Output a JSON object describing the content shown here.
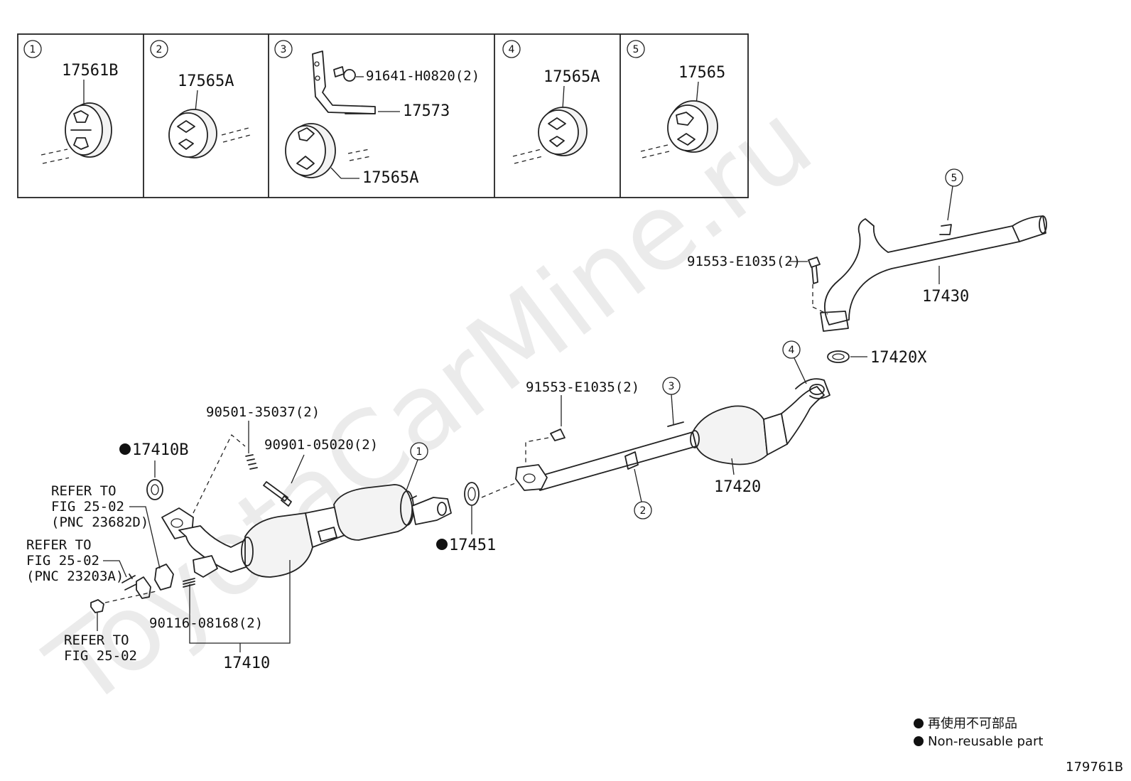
{
  "watermark": "ToyotaCarMine.ru",
  "insets": [
    {
      "num": "1",
      "labels": [
        "17561B"
      ]
    },
    {
      "num": "2",
      "labels": [
        "17565A"
      ]
    },
    {
      "num": "3",
      "labels": [
        "91641-H0820(2)",
        "17573",
        "17565A"
      ]
    },
    {
      "num": "4",
      "labels": [
        "17565A"
      ]
    },
    {
      "num": "5",
      "labels": [
        "17565"
      ]
    }
  ],
  "callouts": {
    "p17430": "17430",
    "p91553_top": "91553-E1035(2)",
    "p17420X": "17420X",
    "p91553_mid": "91553-E1035(2)",
    "p17420": "17420",
    "p90501": "90501-35037(2)",
    "p90901": "90901-05020(2)",
    "p17410B": "17410B",
    "p17451": "17451",
    "p90116": "90116-08168(2)",
    "p17410": "17410",
    "ref1": [
      "REFER TO",
      "FIG 25-02",
      "(PNC 23682D)"
    ],
    "ref2": [
      "REFER TO",
      "FIG 25-02",
      "(PNC 23203A)"
    ],
    "ref3": [
      "REFER TO",
      "FIG 25-02"
    ]
  },
  "markers": {
    "m1": "1",
    "m2": "2",
    "m3": "3",
    "m4": "4",
    "m5": "5"
  },
  "legend": {
    "jp": "再使用不可部品",
    "en": "Non-reusable part"
  },
  "figure_id": "179761B"
}
